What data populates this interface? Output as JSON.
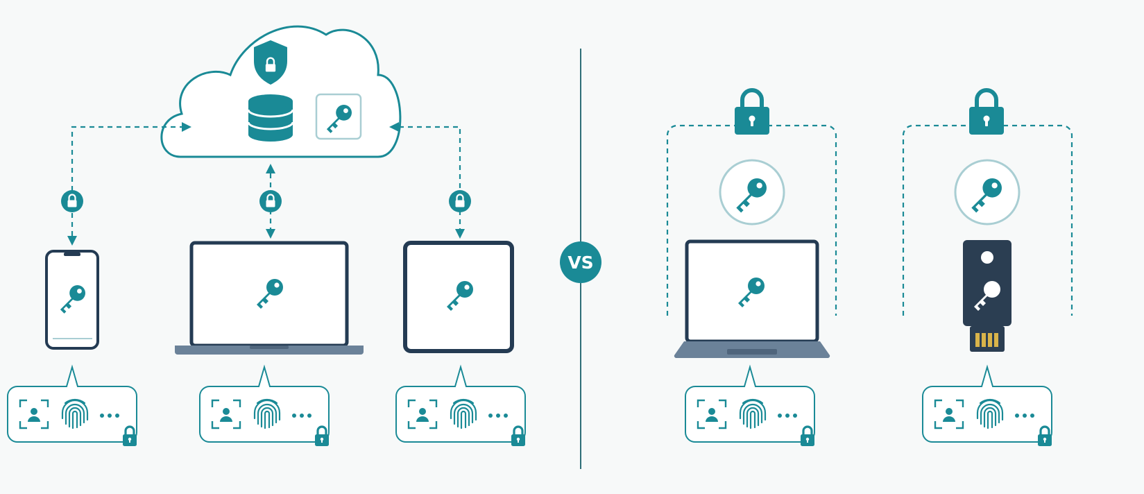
{
  "colors": {
    "teal": "#1a8a96",
    "teal_light": "#a9ced3",
    "navy": "#243b53",
    "slate": "#6b8299",
    "screen": "#ffffff",
    "background": "#f7f9f9",
    "divider": "#2f6f78",
    "gold": "#d9b44a"
  },
  "vs_label": "VS",
  "left_panel": {
    "cloud": {
      "icons": [
        "shield-lock-icon",
        "database-icon",
        "key-icon"
      ]
    },
    "devices": [
      {
        "type": "phone",
        "icon": "key-icon",
        "auth_methods": [
          "face-id-icon",
          "fingerprint-icon",
          "more-icon"
        ],
        "badge": "lock-icon"
      },
      {
        "type": "laptop",
        "icon": "key-icon",
        "auth_methods": [
          "face-id-icon",
          "fingerprint-icon",
          "more-icon"
        ],
        "badge": "lock-icon"
      },
      {
        "type": "tablet",
        "icon": "key-icon",
        "auth_methods": [
          "face-id-icon",
          "fingerprint-icon",
          "more-icon"
        ],
        "badge": "lock-icon"
      }
    ],
    "sync_links": [
      "lock-icon",
      "lock-icon",
      "lock-icon"
    ]
  },
  "right_panel": {
    "devices": [
      {
        "type": "laptop",
        "icon": "key-icon",
        "top_badge": "padlock-icon",
        "auth_methods": [
          "face-id-icon",
          "fingerprint-icon",
          "more-icon"
        ],
        "badge": "lock-icon"
      },
      {
        "type": "security-key",
        "icon": "key-icon",
        "top_badge": "padlock-icon",
        "auth_methods": [
          "face-id-icon",
          "fingerprint-icon",
          "more-icon"
        ],
        "badge": "lock-icon"
      }
    ]
  }
}
